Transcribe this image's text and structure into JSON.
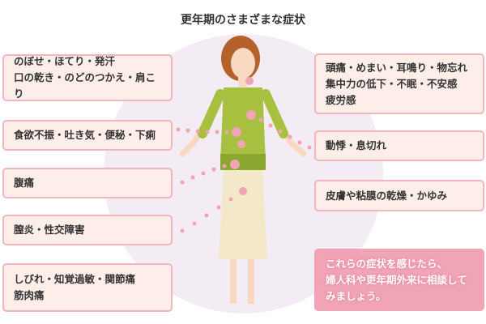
{
  "title": "更年期のさまざまな症状",
  "left": [
    {
      "lines": [
        "のぼせ・ほてり・発汗",
        "口の乾き・のどのつかえ・肩こり"
      ]
    },
    {
      "lines": [
        "食欲不振・吐き気・便秘・下痢"
      ]
    },
    {
      "lines": [
        "腹痛"
      ]
    },
    {
      "lines": [
        "膣炎・性交障害"
      ]
    },
    {
      "lines": [
        "しびれ・知覚過敏・関節痛",
        "筋肉痛"
      ]
    }
  ],
  "right": [
    {
      "lines": [
        "頭痛・めまい・耳鳴り・物忘れ",
        "集中力の低下・不眠・不安感",
        "疲労感"
      ]
    },
    {
      "lines": [
        "動悸・息切れ"
      ]
    },
    {
      "lines": [
        "皮膚や粘膜の乾燥・かゆみ"
      ]
    }
  ],
  "advice": {
    "lines": [
      "これらの症状を感じたら、",
      "婦人科や更年期外来に相談して",
      "みましょう。"
    ]
  },
  "colors": {
    "box_bg": "#fdeee9",
    "box_border": "#f2b4bf",
    "dot": "#f0a4b6",
    "advice_bg": "#f0a4b6",
    "circle_bg": "#f4ecf4"
  }
}
